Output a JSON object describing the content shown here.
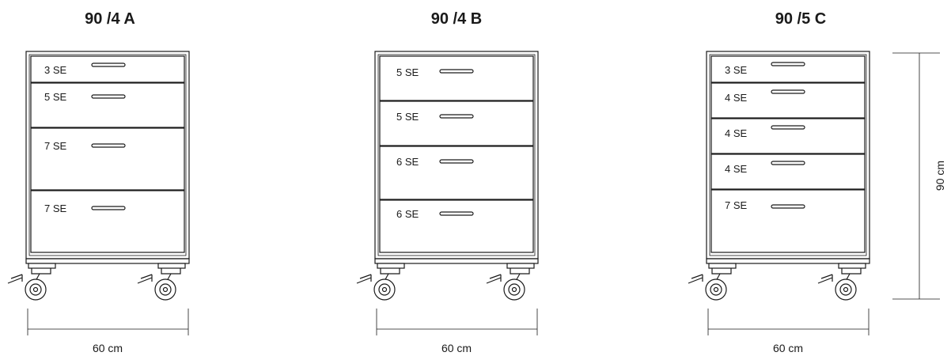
{
  "cabinets": [
    {
      "title": "90 /4 A",
      "width_label": "60 cm",
      "drawers": [
        {
          "label": "3 SE",
          "units": 3
        },
        {
          "label": "5 SE",
          "units": 5
        },
        {
          "label": "7 SE",
          "units": 7
        },
        {
          "label": "7 SE",
          "units": 7
        }
      ]
    },
    {
      "title": "90 /4 B",
      "width_label": "60 cm",
      "drawers": [
        {
          "label": "5 SE",
          "units": 5
        },
        {
          "label": "5 SE",
          "units": 5
        },
        {
          "label": "6 SE",
          "units": 6
        },
        {
          "label": "6 SE",
          "units": 6
        }
      ]
    },
    {
      "title": "90 /5 C",
      "width_label": "60 cm",
      "height_label": "90 cm",
      "drawers": [
        {
          "label": "3 SE",
          "units": 3
        },
        {
          "label": "4 SE",
          "units": 4
        },
        {
          "label": "4 SE",
          "units": 4
        },
        {
          "label": "4 SE",
          "units": 4
        },
        {
          "label": "7 SE",
          "units": 7
        }
      ]
    }
  ],
  "colors": {
    "line": "#1a1a1a",
    "background": "#ffffff"
  }
}
